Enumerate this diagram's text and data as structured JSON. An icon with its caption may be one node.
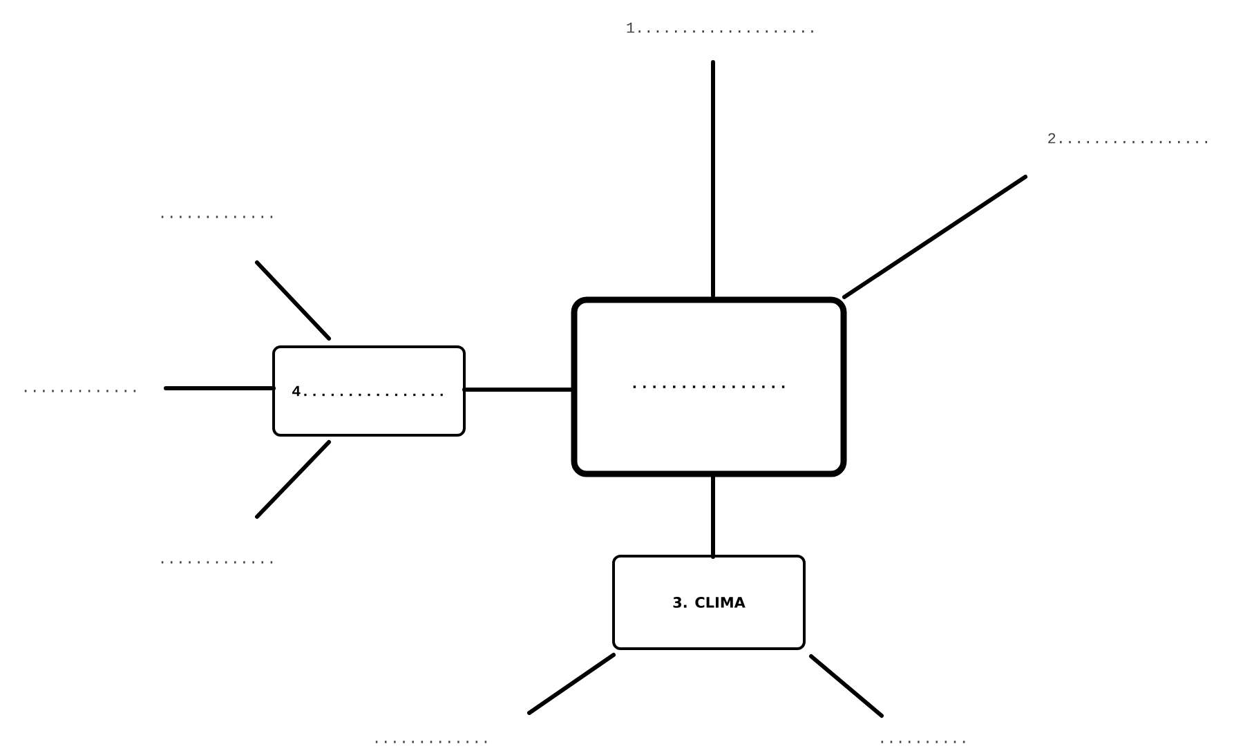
{
  "diagram": {
    "nodes": [
      {
        "text": [
          "................"
        ]
      },
      {
        "text": [
          "4................"
        ]
      },
      {
        "text": [
          "3. CLIMA"
        ]
      },
      {
        "text": [
          "1...................."
        ]
      },
      {
        "text": [
          "2................."
        ]
      },
      {
        "text": [
          "............."
        ]
      },
      {
        "text": [
          "............."
        ]
      },
      {
        "text": [
          "............."
        ]
      },
      {
        "text": [
          "............."
        ]
      },
      {
        "text": [
          ".........."
        ]
      }
    ],
    "edges": [
      {
        "from": 0,
        "to": 3,
        "arrow": "none"
      },
      {
        "from": 0,
        "to": 4,
        "arrow": "none"
      },
      {
        "from": 1,
        "to": 0,
        "arrow": "none"
      },
      {
        "from": 0,
        "to": 2,
        "arrow": "none"
      },
      {
        "from": 1,
        "to": 5,
        "arrow": "none"
      },
      {
        "from": 1,
        "to": 6,
        "arrow": "none"
      },
      {
        "from": 1,
        "to": 7,
        "arrow": "none"
      },
      {
        "from": 2,
        "to": 8,
        "arrow": "none"
      },
      {
        "from": 2,
        "to": 9,
        "arrow": "none"
      }
    ]
  }
}
